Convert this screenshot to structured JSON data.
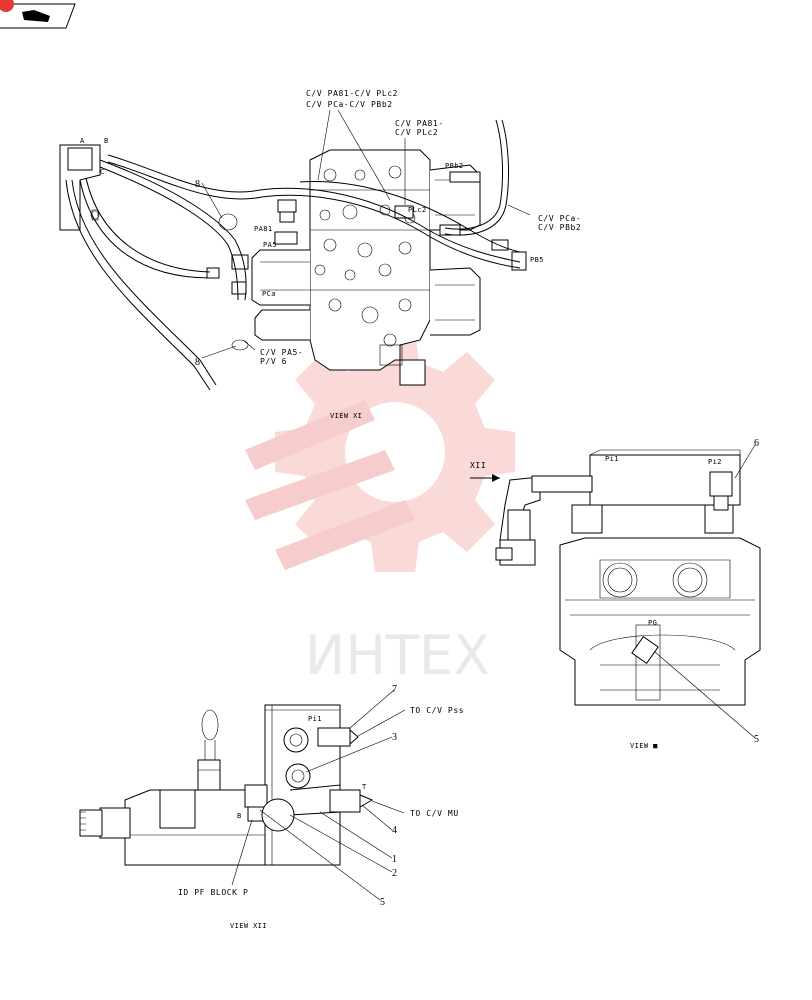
{
  "labels": {
    "cv_pa81_plc2_a": "C/V PA81-C/V PLc2",
    "cv_pca_pbd2_a": "C/V PCa-C/V PBb2",
    "cv_pa81_b": "C/V PA81-",
    "cv_plc2_b": "C/V PLc2",
    "pbb2": "PBb2",
    "plc2": "PLc2",
    "cv_pca_c": "C/V PCa-",
    "cv_pbb2_c": "C/V PBb2",
    "pb5": "PB5",
    "pa81": "PA81",
    "pa5": "PA5",
    "pca": "PCa",
    "a": "A",
    "b": "B",
    "c": "C",
    "cv_pa5": "C/V PA5-",
    "pv6": "P/V 6",
    "view_xi": "VIEW XI",
    "xii_arrow": "XII",
    "pi1_top": "Pi1",
    "pi2_top": "Pi2",
    "pg": "PG",
    "view_right": "VIEW ■",
    "pi1_bottom": "Pi1",
    "to_cv_pss": "TO C/V Pss",
    "t": "T",
    "to_cv_mu": "TO C/V MU",
    "b_bottom": "B",
    "id_pf_block": "ID PF BLOCK P",
    "view_xii": "VIEW XII"
  },
  "callouts": [
    "8",
    "8",
    "6",
    "5",
    "7",
    "3",
    "4",
    "1",
    "2",
    "5"
  ],
  "watermark": {
    "text": "ИНТЕХ",
    "gear_color": "#f4b8b8",
    "text_color": "#d8d8d8"
  },
  "icons": {
    "corner": "folder-tab-icon",
    "corner_mark_color": "#e53935"
  }
}
